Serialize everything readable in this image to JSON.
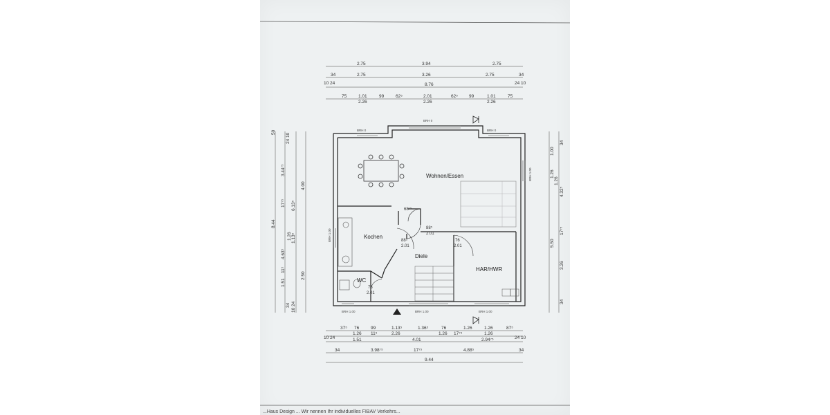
{
  "rooms": {
    "wohnen": "Wohnen/Essen",
    "kochen": "Kochen",
    "diele": "Diele",
    "wc": "WC",
    "har": "HAR/HWR"
  },
  "door_labels": {
    "kochen_door": [
      "88⁵",
      "2.01"
    ],
    "diele_door": [
      "88⁵",
      "2.01"
    ],
    "har_door": [
      "76",
      "2.01"
    ],
    "wc_door": [
      "76",
      "2.01"
    ],
    "kochen_opening": "68⁷⁵"
  },
  "window_tags": {
    "top_left": "BRH 0",
    "top_center": "BRH 0",
    "top_right": "BRH 0",
    "right_upper": "BRH 1.00",
    "left_kochen": "BRH 1.00",
    "bottom_left": "BRH 1.00",
    "bottom_center": "BRH 1.00",
    "bottom_right": "BRH 1.00"
  },
  "dims_top": {
    "row1": [
      "2.75",
      "3.94",
      "2.75"
    ],
    "row2": [
      "34",
      "2.75",
      "3.26",
      "2.75",
      "34"
    ],
    "row3": [
      "10 24",
      "8.76",
      "24 10"
    ],
    "row4": [
      "75",
      "1.01",
      "99",
      "62⁵",
      "2.01",
      "62⁵",
      "99",
      "1.01",
      "75"
    ],
    "row5": [
      "2.26",
      "2.26",
      "2.26"
    ]
  },
  "dims_bottom": {
    "row1": [
      "37⁵",
      "76",
      "99",
      "1.13⁵",
      "1.36⁵",
      "76",
      "1.26",
      "1.26",
      "87⁵"
    ],
    "row2": [
      "10 24",
      "1.26",
      "11⁵",
      "2.26",
      "1.26",
      "17⁷⁵",
      "1.26",
      "24 10"
    ],
    "row3": [
      "1.51",
      "4.01",
      "2.94⁷⁵"
    ],
    "row4": [
      "34",
      "3.98⁷⁵",
      "17⁷⁵",
      "4.88⁵",
      "34"
    ],
    "row5": [
      "9.44"
    ]
  },
  "dims_left": [
    "50",
    "24 10",
    "3.44⁷⁵",
    "17⁷⁵",
    "4.00",
    "6.13⁵",
    "8.44",
    "1.26",
    "1.13⁵",
    "4.63⁵",
    "11⁵",
    "1.51",
    "2.50",
    "34",
    "10 24"
  ],
  "dims_right": [
    "34",
    "1.00",
    "1.26",
    "1.26",
    "4.32⁵",
    "17⁷⁵",
    "5.50",
    "3.26",
    "34"
  ],
  "footer": "...Haus Design ... Wir nennen Ihr individuelles FIBAV Verkehrs..."
}
